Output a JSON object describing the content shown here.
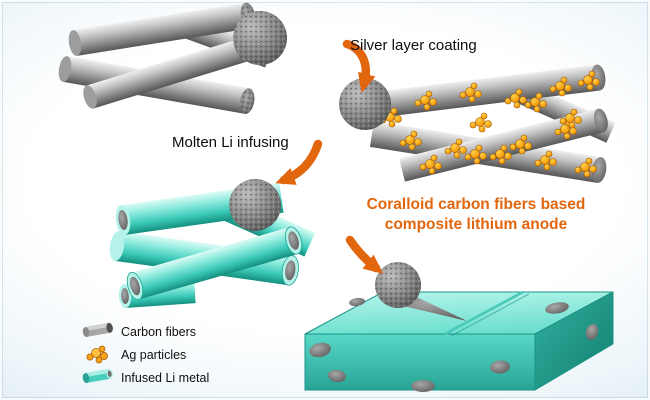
{
  "figure": {
    "type": "scientific-process-diagram",
    "step_labels": {
      "silver_coating": "Silver layer coating",
      "molten_li_infusing": "Molten Li infusing",
      "result_line1": "Coralloid carbon fibers based",
      "result_line2": "composite lithium anode"
    },
    "legend": {
      "items": [
        {
          "id": "carbon-fibers",
          "label": "Carbon fibers"
        },
        {
          "id": "ag-particles",
          "label": "Ag particles"
        },
        {
          "id": "infused-li-metal",
          "label": "Infused Li metal"
        }
      ]
    },
    "colors": {
      "arrow_orange": "#e2660e",
      "result_text_orange": "#e2660e",
      "ag_particle_orange": "#f7a11a",
      "carbon_fiber_gray": "#8c8c8c",
      "lithium_teal": "#45cdbd",
      "background_edge_blue": "#b7d2e2"
    }
  }
}
